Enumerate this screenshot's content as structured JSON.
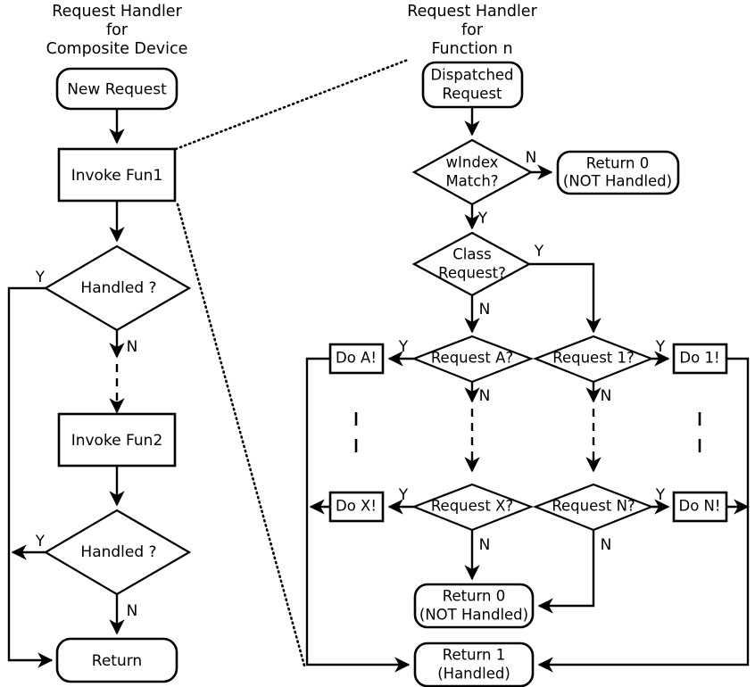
{
  "diagram": {
    "kind": "flowchart",
    "background_color": "#ffffff",
    "line_color": "#000000",
    "left_column": {
      "title_lines": [
        "Request Handler",
        "for",
        "Composite Device"
      ],
      "nodes": {
        "new_request": "New Request",
        "invoke_fun1": "Invoke Fun1",
        "handled_1": "Handled ?",
        "invoke_fun2": "Invoke Fun2",
        "handled_2": "Handled ?",
        "return": "Return"
      },
      "edge_labels": {
        "handled1_yes": "Y",
        "handled1_no": "N",
        "handled2_yes": "Y",
        "handled2_no": "N"
      }
    },
    "right_column": {
      "title_lines": [
        "Request Handler",
        "for",
        "Function n"
      ],
      "nodes": {
        "dispatched_request": [
          "Dispatched",
          "Request"
        ],
        "windex_match": [
          "wIndex",
          "Match?"
        ],
        "return_0_top": [
          "Return 0",
          "(NOT Handled)"
        ],
        "class_request": [
          "Class",
          "Request?"
        ],
        "request_a": "Request A?",
        "request_1": "Request 1?",
        "request_x": "Request X?",
        "request_n": "Request N?",
        "do_a": "Do A!",
        "do_1": "Do 1!",
        "do_x": "Do X!",
        "do_n": "Do N!",
        "return_0_bottom": [
          "Return 0",
          "(NOT Handled)"
        ],
        "return_1": [
          "Return 1",
          "(Handled)"
        ]
      },
      "edge_labels": {
        "windex_no": "N",
        "windex_yes": "Y",
        "class_yes": "Y",
        "class_no": "N",
        "request_a_yes": "Y",
        "request_a_no": "N",
        "request_1_yes": "Y",
        "request_1_no": "N",
        "request_x_yes": "Y",
        "request_x_no": "N",
        "request_n_yes": "Y",
        "request_n_no": "N"
      }
    }
  }
}
